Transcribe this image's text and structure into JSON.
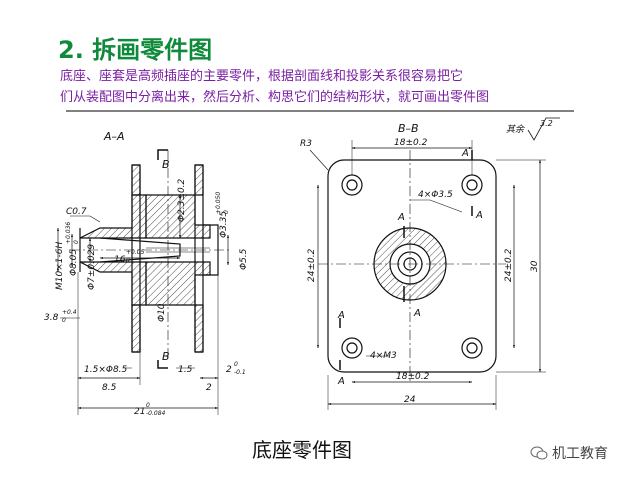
{
  "title": "2. 拆画零件图",
  "intro": {
    "line1": "底座、座套是高频插座的主要零件，根据剖面线和投影关系很容易把它",
    "line2": "们从装配图中分离出来，然后分析、构思它们的结构形状，就可画出零件图"
  },
  "caption": "底座零件图",
  "watermark": "机工教育",
  "left_view": {
    "label": "A–A",
    "B1": "B",
    "B2": "B",
    "c07": "C0.7",
    "m10": "M10×1-6H",
    "d805": "Φ8.05",
    "d805_tol": "+0.036",
    "d805_tol2": "0",
    "d7": "Φ7±0.029",
    "len16": "16",
    "len16_tol": "+0.05",
    "len16_tol2": "0",
    "d23": "Φ2.3±0.2",
    "d335": "Φ3.35",
    "d335_tol": "+0.050",
    "d335_tol2": "0",
    "d55": "Φ5.5",
    "d10": "Φ10",
    "d38": "3.8",
    "d38_tol": "+0.4",
    "d38_tol2": "0",
    "d15x": "1.5×Φ8.5",
    "d15": "1.5",
    "d2": "2",
    "d2_tol": "0",
    "d2_tol2": "-0.1",
    "d85": "8.5",
    "d2b": "2",
    "d21": "21",
    "d21_tol": "0",
    "d21_tol2": "-0.084"
  },
  "right_view": {
    "label": "B–B",
    "r3": "R3",
    "top18": "18±0.2",
    "holes": "4×Φ3.5",
    "left24": "24±0.2",
    "right24": "24±0.2",
    "d30": "30",
    "m3": "4×M3",
    "bot18": "18±0.2",
    "bot24": "24",
    "A": "A",
    "rough_val": "3.2",
    "rough_label": "其余"
  }
}
